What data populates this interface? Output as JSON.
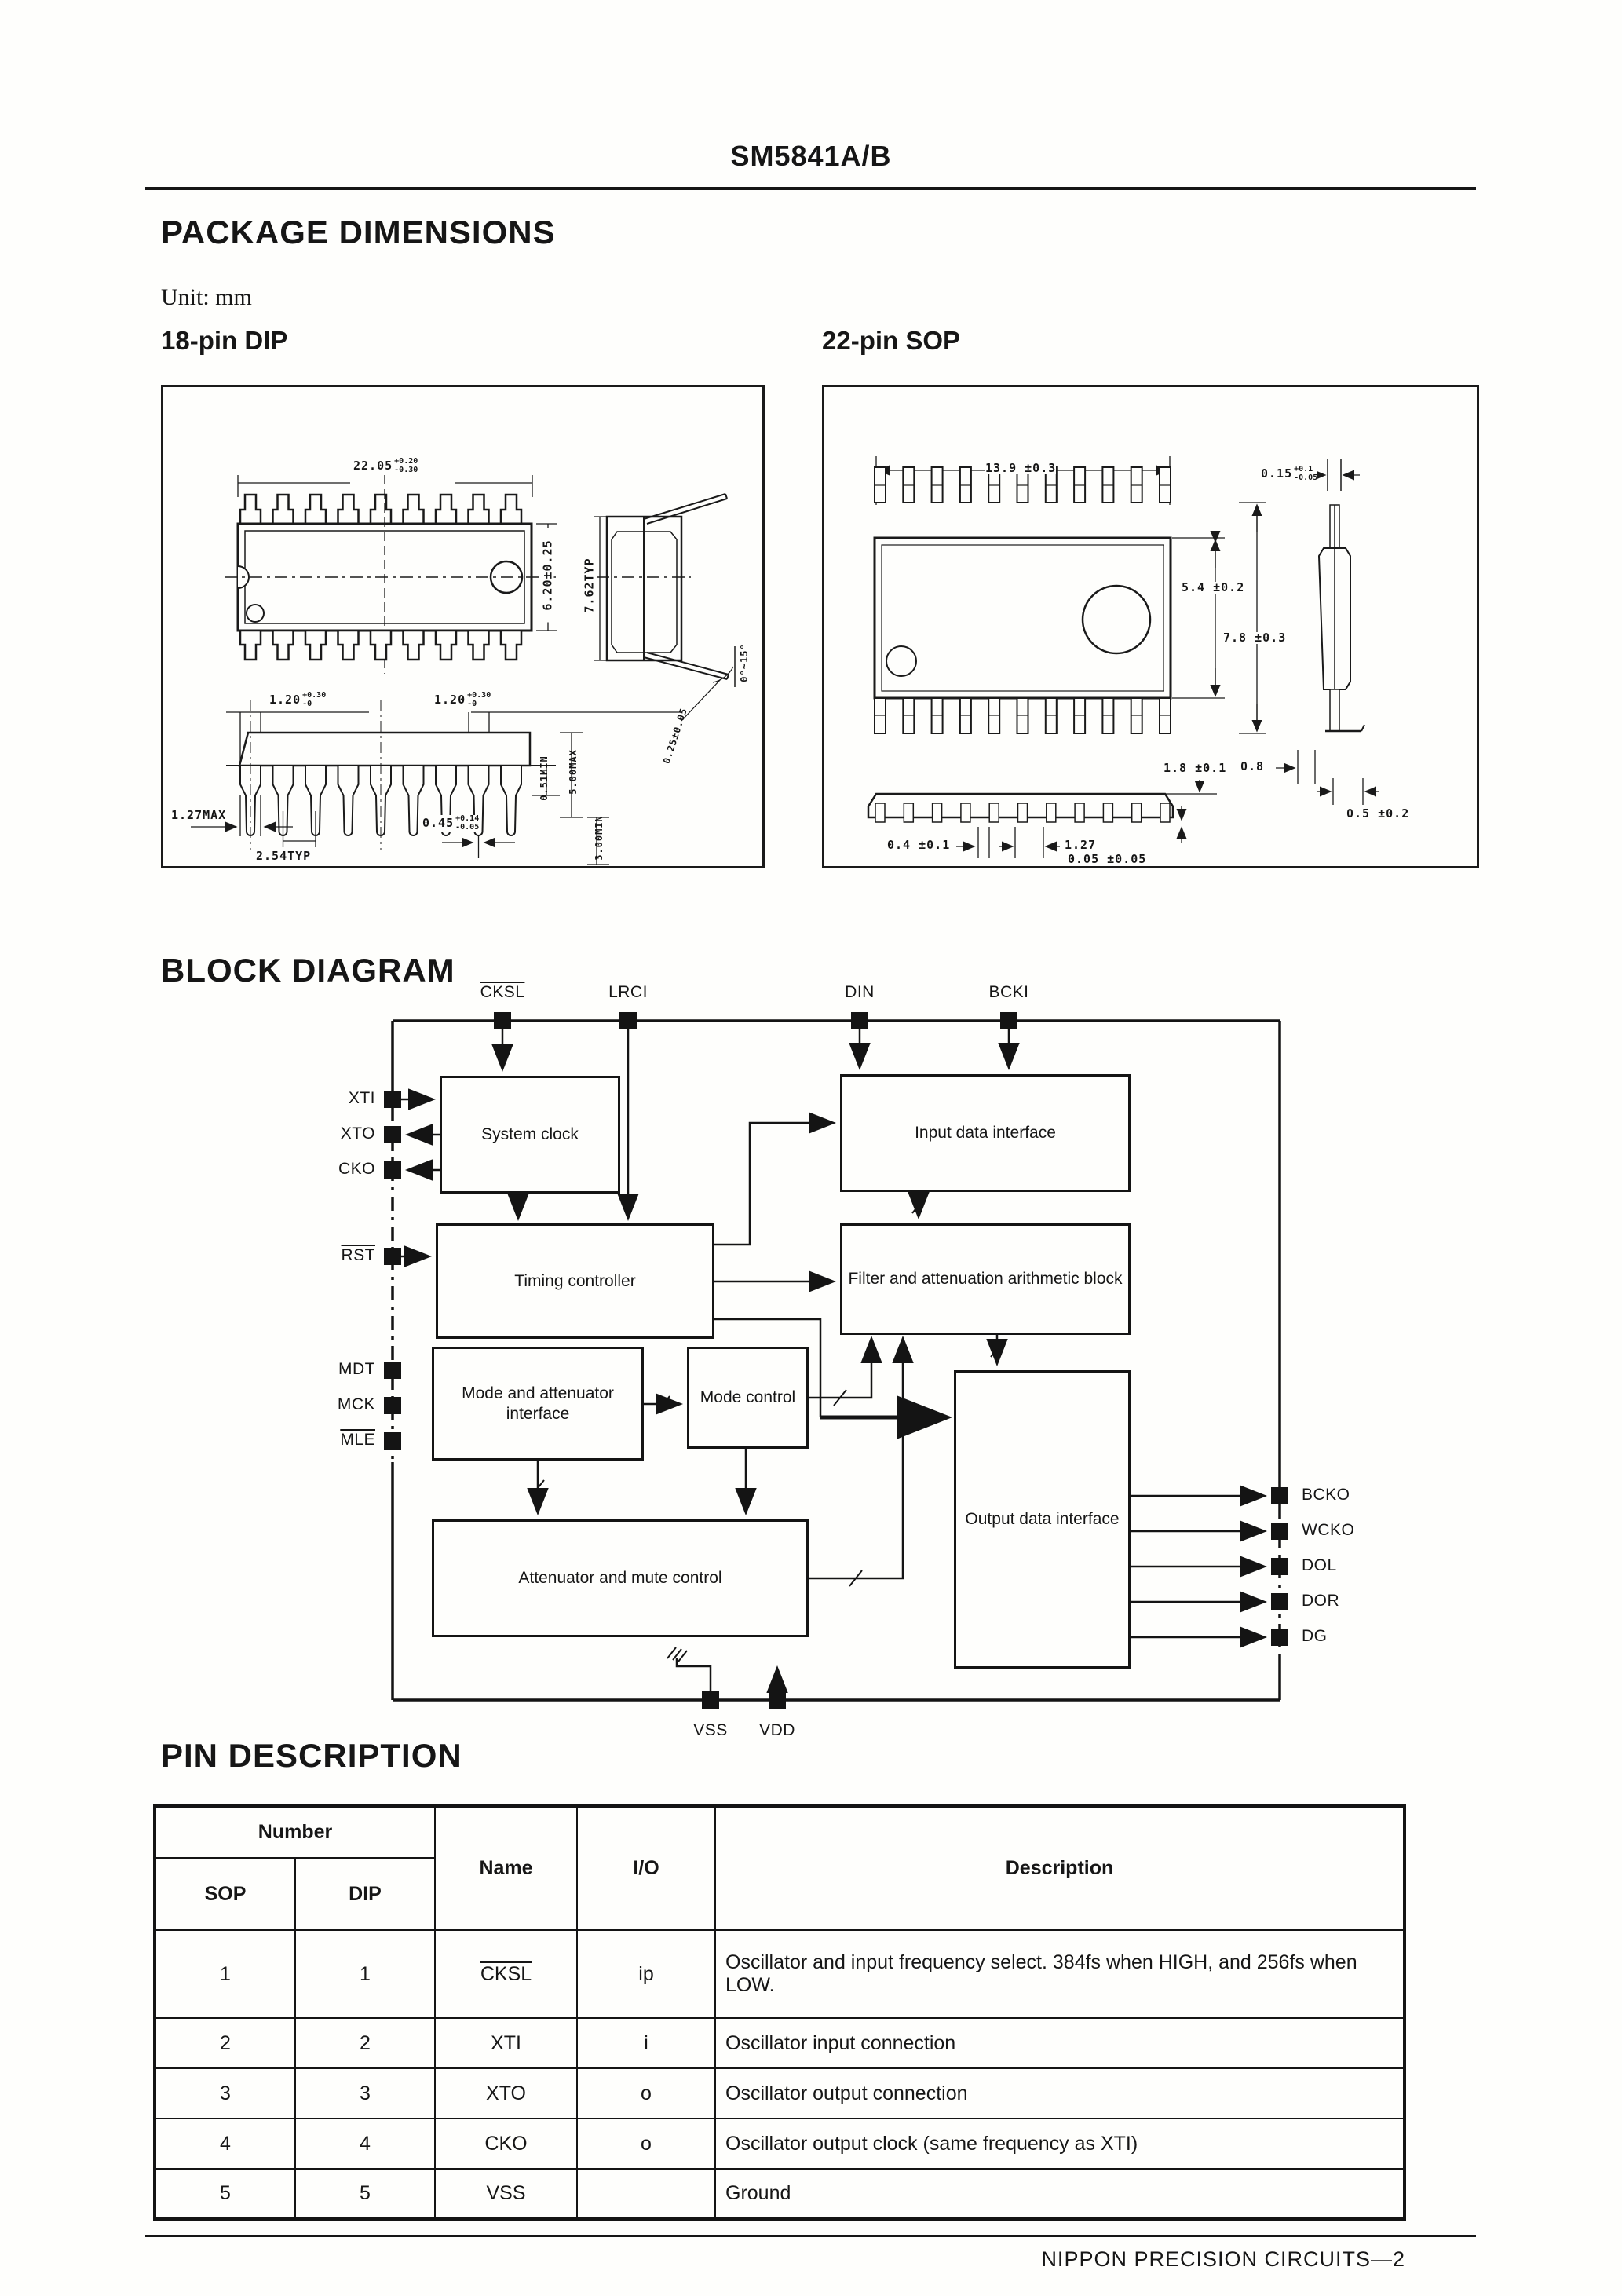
{
  "header": {
    "doc_code": "SM5841A/B"
  },
  "package": {
    "heading": "PACKAGE DIMENSIONS",
    "unit": "Unit: mm",
    "dip": {
      "title": "18-pin DIP",
      "dims": {
        "width": {
          "value": "22.05",
          "plus": "+0.20",
          "minus": "-0.30"
        },
        "depth": "6.20±0.25",
        "row_pitch": "7.62TYP",
        "lead_angle": "0°~15°",
        "lead_thickness": "0.25±0.05",
        "shoulder_a": {
          "value": "1.20",
          "plus": "+0.30",
          "minus": "-0"
        },
        "shoulder_b": {
          "value": "1.20",
          "plus": "+0.30",
          "minus": "-0"
        },
        "standoff": "0.51MIN",
        "seated_height": "5.00MAX",
        "lead_length": "3.00MIN",
        "pin1_width": "1.27MAX",
        "pitch": "2.54TYP",
        "lead_width": {
          "value": "0.45",
          "plus": "+0.14",
          "minus": "-0.05"
        }
      }
    },
    "sop": {
      "title": "22-pin SOP",
      "dims": {
        "width": "13.9 ±0.3",
        "lead_thickness": {
          "value": "0.15",
          "plus": "+0.1",
          "minus": "-0.05"
        },
        "body_depth": "5.4 ±0.2",
        "span": "7.8 ±0.3",
        "foot_offset": "0.8",
        "foot_length": "0.5 ±0.2",
        "height": "1.8 ±0.1",
        "lead_width": "0.4 ±0.1",
        "pitch": "1.27",
        "standoff": "0.05 ±0.05"
      }
    }
  },
  "block_diagram": {
    "heading": "BLOCK DIAGRAM",
    "blocks": {
      "system_clock": "System clock",
      "input_data_interface": "Input data interface",
      "timing_controller": "Timing controller",
      "filter_block": "Filter and attenuation arithmetic block",
      "mode_attenuator_interface": "Mode and attenuator interface",
      "mode_control": "Mode control",
      "output_data_interface": "Output data interface",
      "attenuator_mute": "Attenuator and mute control"
    },
    "pins": {
      "cksl": "CKSL",
      "lrci": "LRCI",
      "din": "DIN",
      "bcki": "BCKI",
      "xti": "XTI",
      "xto": "XTO",
      "cko": "CKO",
      "rst": "RST",
      "mdt": "MDT",
      "mck": "MCK",
      "mle": "MLE",
      "bcko": "BCKO",
      "wcko": "WCKO",
      "dol": "DOL",
      "dor": "DOR",
      "dg": "DG",
      "vss": "VSS",
      "vdd": "VDD"
    }
  },
  "pin_table": {
    "heading": "PIN DESCRIPTION",
    "headers": {
      "number": "Number",
      "sop": "SOP",
      "dip": "DIP",
      "name": "Name",
      "io": "I/O",
      "description": "Description"
    },
    "rows": [
      {
        "sop": "1",
        "dip": "1",
        "name": "CKSL",
        "io": "ip",
        "description": "Oscillator and input frequency select. 384fs when HIGH, and 256fs when LOW."
      },
      {
        "sop": "2",
        "dip": "2",
        "name": "XTI",
        "io": "i",
        "description": "Oscillator input connection"
      },
      {
        "sop": "3",
        "dip": "3",
        "name": "XTO",
        "io": "o",
        "description": "Oscillator output connection"
      },
      {
        "sop": "4",
        "dip": "4",
        "name": "CKO",
        "io": "o",
        "description": "Oscillator output clock (same frequency as XTI)"
      },
      {
        "sop": "5",
        "dip": "5",
        "name": "VSS",
        "io": "",
        "description": "Ground"
      }
    ]
  },
  "footer": {
    "text": "NIPPON PRECISION CIRCUITS—2"
  }
}
